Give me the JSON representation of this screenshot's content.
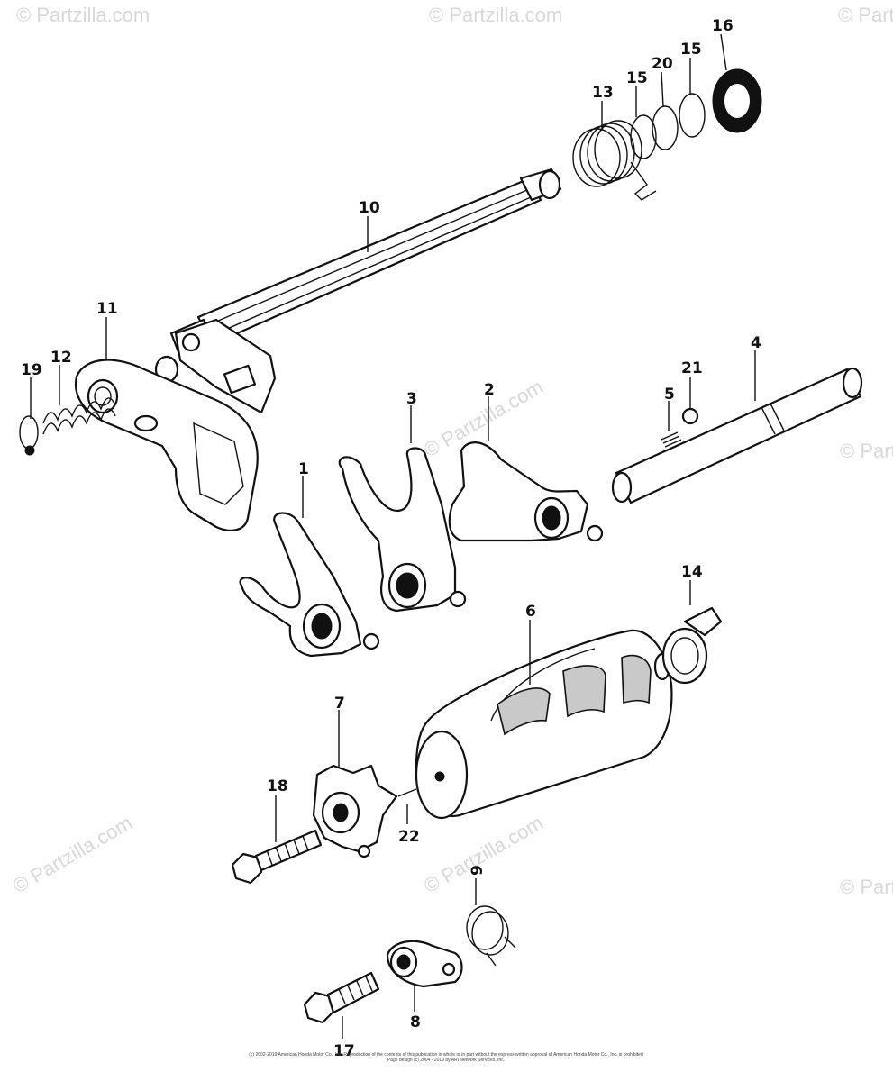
{
  "watermark": "© Partzilla.com",
  "callouts": {
    "p1": "1",
    "p2": "2",
    "p3": "3",
    "p4": "4",
    "p5": "5",
    "p6": "6",
    "p7": "7",
    "p8": "8",
    "p9": "9",
    "p10": "10",
    "p11": "11",
    "p12": "12",
    "p13": "13",
    "p14": "14",
    "p15a": "15",
    "p15b": "15",
    "p16": "16",
    "p17": "17",
    "p18": "18",
    "p19": "19",
    "p20": "20",
    "p21": "21",
    "p22": "22"
  },
  "footer": {
    "line1": "(c) 2002-2019 American Honda Motor Co., Inc. Reproduction of the contents of this publication in whole or in part without the express written approval of American Honda Motor Co., Inc. is prohibited",
    "line2": "Page design (c) 2004 - 2019 by ARI Network Services, Inc."
  }
}
